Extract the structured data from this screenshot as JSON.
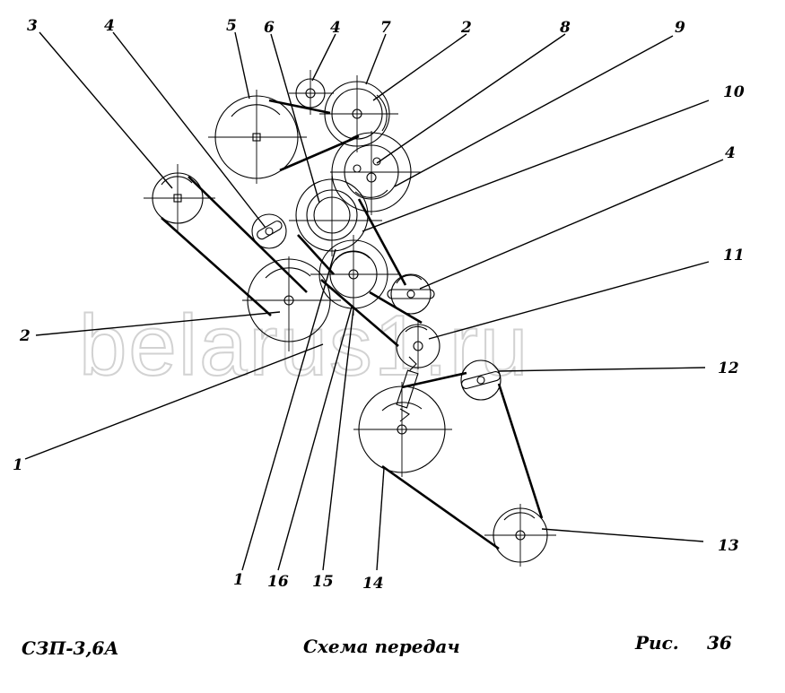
{
  "diagram": {
    "callouts": [
      "3",
      "4",
      "5",
      "6",
      "4",
      "7",
      "2",
      "8",
      "9",
      "10",
      "4",
      "11",
      "12",
      "2",
      "1",
      "13",
      "1",
      "16",
      "15",
      "14"
    ],
    "footer": {
      "model": "СЗП-3,6А",
      "caption": "Схема передач",
      "figure_label": "Рис.",
      "figure_number": "36"
    },
    "watermark": "belarus1.ru"
  }
}
